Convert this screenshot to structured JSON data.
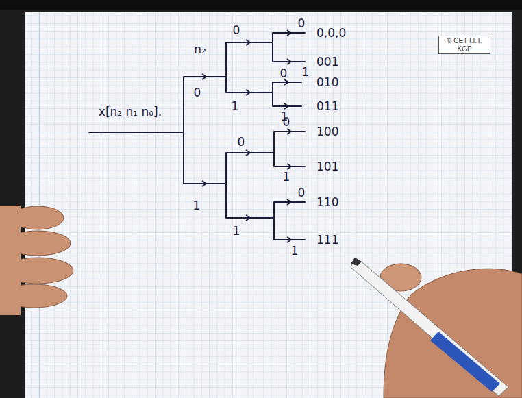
{
  "diagram": {
    "nodes": [
      {
        "text": [
          "© CET I.I.T. KGP"
        ]
      }
    ],
    "labels": [
      "x[n₂ n₁ n₀].",
      "n₂",
      "0",
      "1",
      "0",
      "1",
      "0",
      "1",
      "0",
      "1",
      "0",
      "1",
      "0",
      "1",
      "0",
      "1",
      "0,0,0",
      "001",
      "010",
      "011",
      "100",
      "101",
      "110",
      "111"
    ]
  }
}
